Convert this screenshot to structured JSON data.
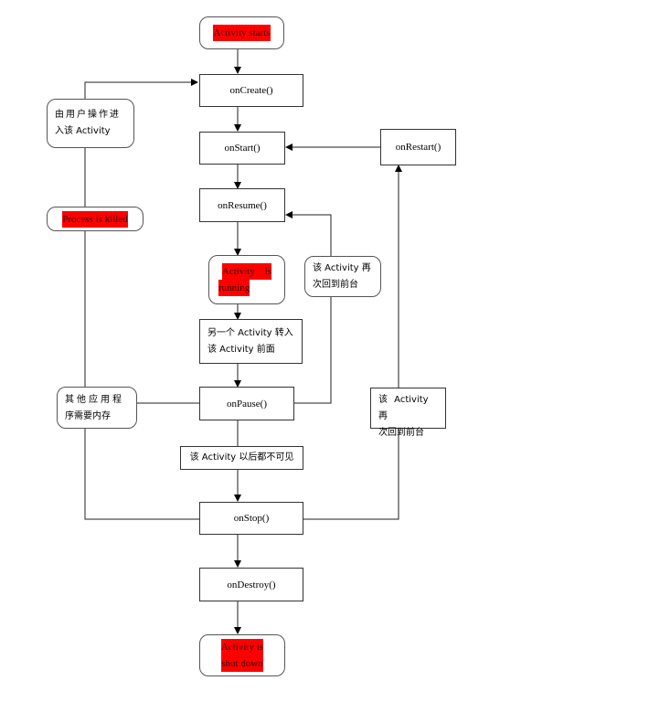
{
  "diagram": {
    "title": "Android Activity Lifecycle",
    "highlight_color": "#ff0000",
    "nodes": {
      "activity_starts": "Activity starts",
      "on_create": "onCreate()",
      "on_start": "onStart()",
      "on_restart": "onRestart()",
      "on_resume": "onResume()",
      "activity_running_1": "Activity    is",
      "activity_running_2": "running",
      "another_activity_1": "另一个 Activity 转入",
      "another_activity_2": "该 Activity 前面",
      "on_pause": "onPause()",
      "not_visible": "该 Activity 以后都不可见",
      "on_stop": "onStop()",
      "on_destroy": "onDestroy()",
      "shut_down_1": "Activity is",
      "shut_down_2": "shut down",
      "user_navigates_1": "由用户操作进",
      "user_navigates_2": "入该 Activity",
      "process_killed": "Process is killed",
      "other_apps_memory_1": "其他应用程",
      "other_apps_memory_2": "序需要内存",
      "return_foreground_a_1": "该 Activity 再",
      "return_foreground_a_2": "次回到前台",
      "return_foreground_b_1": "该 Activity 再",
      "return_foreground_b_2": "次回到前台"
    }
  }
}
